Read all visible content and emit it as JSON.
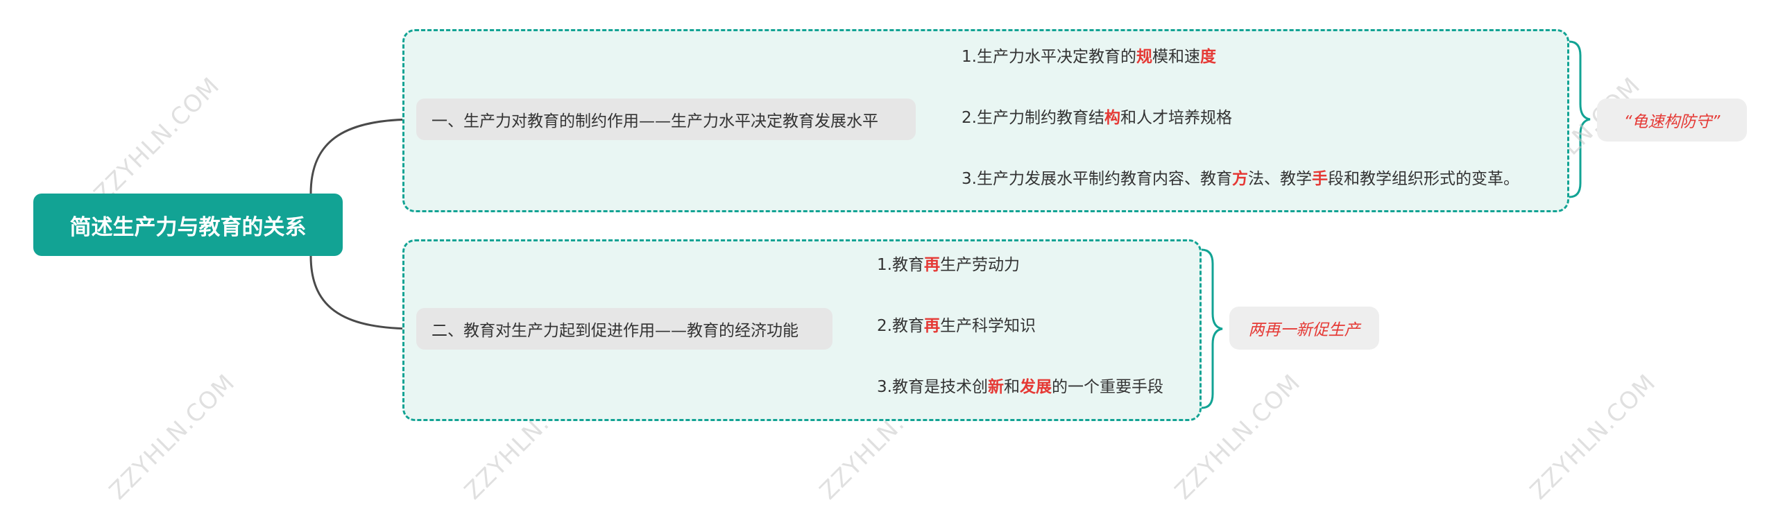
{
  "colors": {
    "teal": "#12a394",
    "accent_red": "#e53935",
    "panel_bg": "#e9f6f3",
    "node_bg": "#e6e6e6"
  },
  "watermark": "ZZYHLN.COM",
  "root": {
    "title": "简述生产力与教育的关系"
  },
  "sections": [
    {
      "title": "一、生产力对教育的制约作用——生产力水平决定教育发展水平",
      "items": [
        {
          "segments": [
            {
              "text": "1.生产力水平决定教育的"
            },
            {
              "text": "规",
              "hl": true
            },
            {
              "text": "模和速"
            },
            {
              "text": "度",
              "hl": true
            }
          ]
        },
        {
          "segments": [
            {
              "text": "2.生产力制约教育结"
            },
            {
              "text": "构",
              "hl": true
            },
            {
              "text": "和人才培养规格"
            }
          ]
        },
        {
          "segments": [
            {
              "text": "3.生产力发展水平制约教育内容、教育"
            },
            {
              "text": "方",
              "hl": true
            },
            {
              "text": "法、教学"
            },
            {
              "text": "手",
              "hl": true
            },
            {
              "text": "段和教学组织形式的变革。"
            }
          ]
        }
      ],
      "summary": "“龟速构防守”"
    },
    {
      "title": "二、教育对生产力起到促进作用——教育的经济功能",
      "items": [
        {
          "segments": [
            {
              "text": "1.教育"
            },
            {
              "text": "再",
              "hl": true
            },
            {
              "text": "生产劳动力"
            }
          ]
        },
        {
          "segments": [
            {
              "text": "2.教育"
            },
            {
              "text": "再",
              "hl": true
            },
            {
              "text": "生产科学知识"
            }
          ]
        },
        {
          "segments": [
            {
              "text": "3.教育是技术创"
            },
            {
              "text": "新",
              "hl": true
            },
            {
              "text": "和"
            },
            {
              "text": "发展",
              "hl": true
            },
            {
              "text": "的一个重要手段"
            }
          ]
        }
      ],
      "summary": "两再一新促生产"
    }
  ]
}
